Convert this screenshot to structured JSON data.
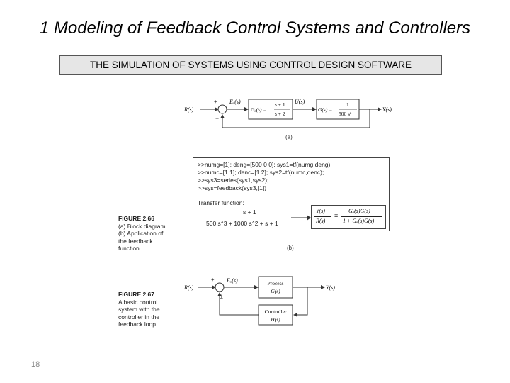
{
  "slide": {
    "title": "1 Modeling of Feedback Control Systems and Controllers",
    "banner": "THE SIMULATION OF SYSTEMS USING CONTROL DESIGN SOFTWARE",
    "page_number": "18"
  },
  "diagram_a": {
    "caption": "(a)",
    "input": "R(s)",
    "output": "Y(s)",
    "error": "Eₐ(s)",
    "control": "U(s)",
    "plus": "+",
    "minus": "−",
    "controller_lhs": "Gₐ(s) =",
    "controller_num": "s + 1",
    "controller_den": "s + 2",
    "plant_lhs": "G(s) =",
    "plant_num": "1",
    "plant_den": "500 s²"
  },
  "code": {
    "lines": [
      ">>numg=[1]; deng=[500 0 0]; sys1=tf(numg,deng);",
      ">>numc=[1 1]; denc=[1 2]; sys2=tf(numc,denc);",
      ">>sys3=series(sys1,sys2);",
      ">>sys=feedback(sys3,[1])"
    ],
    "transfer_label": "Transfer function:",
    "tf_num": "s + 1",
    "tf_den": "500 s^3 + 1000 s^2 + s + 1",
    "rhs_lhs_num": "Y(s)",
    "rhs_lhs_den": "R(s)",
    "rhs_eq": "=",
    "rhs_num": "Gₐ(s)G(s)",
    "rhs_den": "1 + Gₐ(s)G(s)",
    "caption": "(b)"
  },
  "figure_266": {
    "title": "FIGURE 2.66",
    "lines": [
      "(a) Block diagram.",
      "(b) Application of",
      "the feedback",
      "function."
    ]
  },
  "figure_267": {
    "title": "FIGURE 2.67",
    "lines": [
      "A basic control",
      "system with the",
      "controller in the",
      "feedback loop."
    ]
  },
  "diagram_c": {
    "input": "R(s)",
    "output": "Y(s)",
    "error": "Eₐ(s)",
    "plus": "+",
    "plusminus": "±",
    "process_label": "Process",
    "process_fn": "G(s)",
    "controller_label": "Controller",
    "controller_fn": "H(s)"
  }
}
